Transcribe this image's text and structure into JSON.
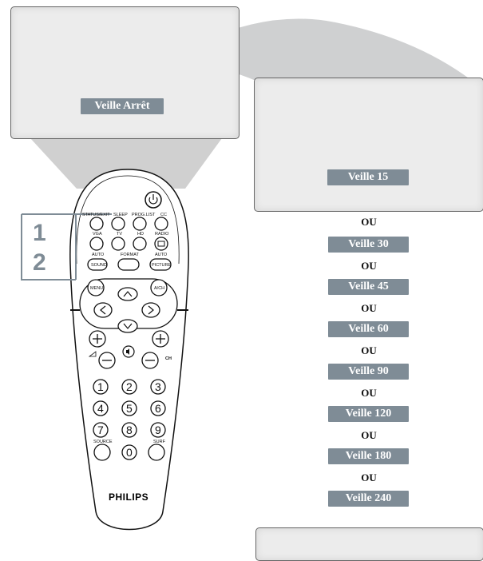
{
  "screen_left": {
    "label": "Veille Arrêt"
  },
  "screen_right": {
    "label": "Veille 15"
  },
  "separator": "OU",
  "sleep_options": [
    "Veille 30",
    "Veille 45",
    "Veille 60",
    "Veille 90",
    "Veille 120",
    "Veille 180",
    "Veille 240"
  ],
  "steps": [
    "1",
    "2"
  ],
  "remote": {
    "brand": "PHILIPS",
    "labels": {
      "status_exit": "STATUS/EXIT",
      "sleep": "SLEEP",
      "prog_list": "PROG.LIST",
      "cc": "CC",
      "vga": "VGA",
      "tv": "TV",
      "hd": "HD",
      "radio": "RADIO",
      "auto_sound": "AUTO",
      "sound": "SOUND",
      "format": "FORMAT",
      "auto_picture": "AUTO",
      "picture": "PICTURE",
      "menu": "MENU",
      "ach": "A/CH",
      "ch": "CH",
      "source": "SOURCE",
      "surf": "SURF"
    },
    "digits": [
      "1",
      "2",
      "3",
      "4",
      "5",
      "6",
      "7",
      "8",
      "9",
      "0"
    ]
  },
  "colors": {
    "label_bg": "#7f8c96",
    "screen_bg": "#ececec",
    "beam": "#cfcfcf"
  }
}
